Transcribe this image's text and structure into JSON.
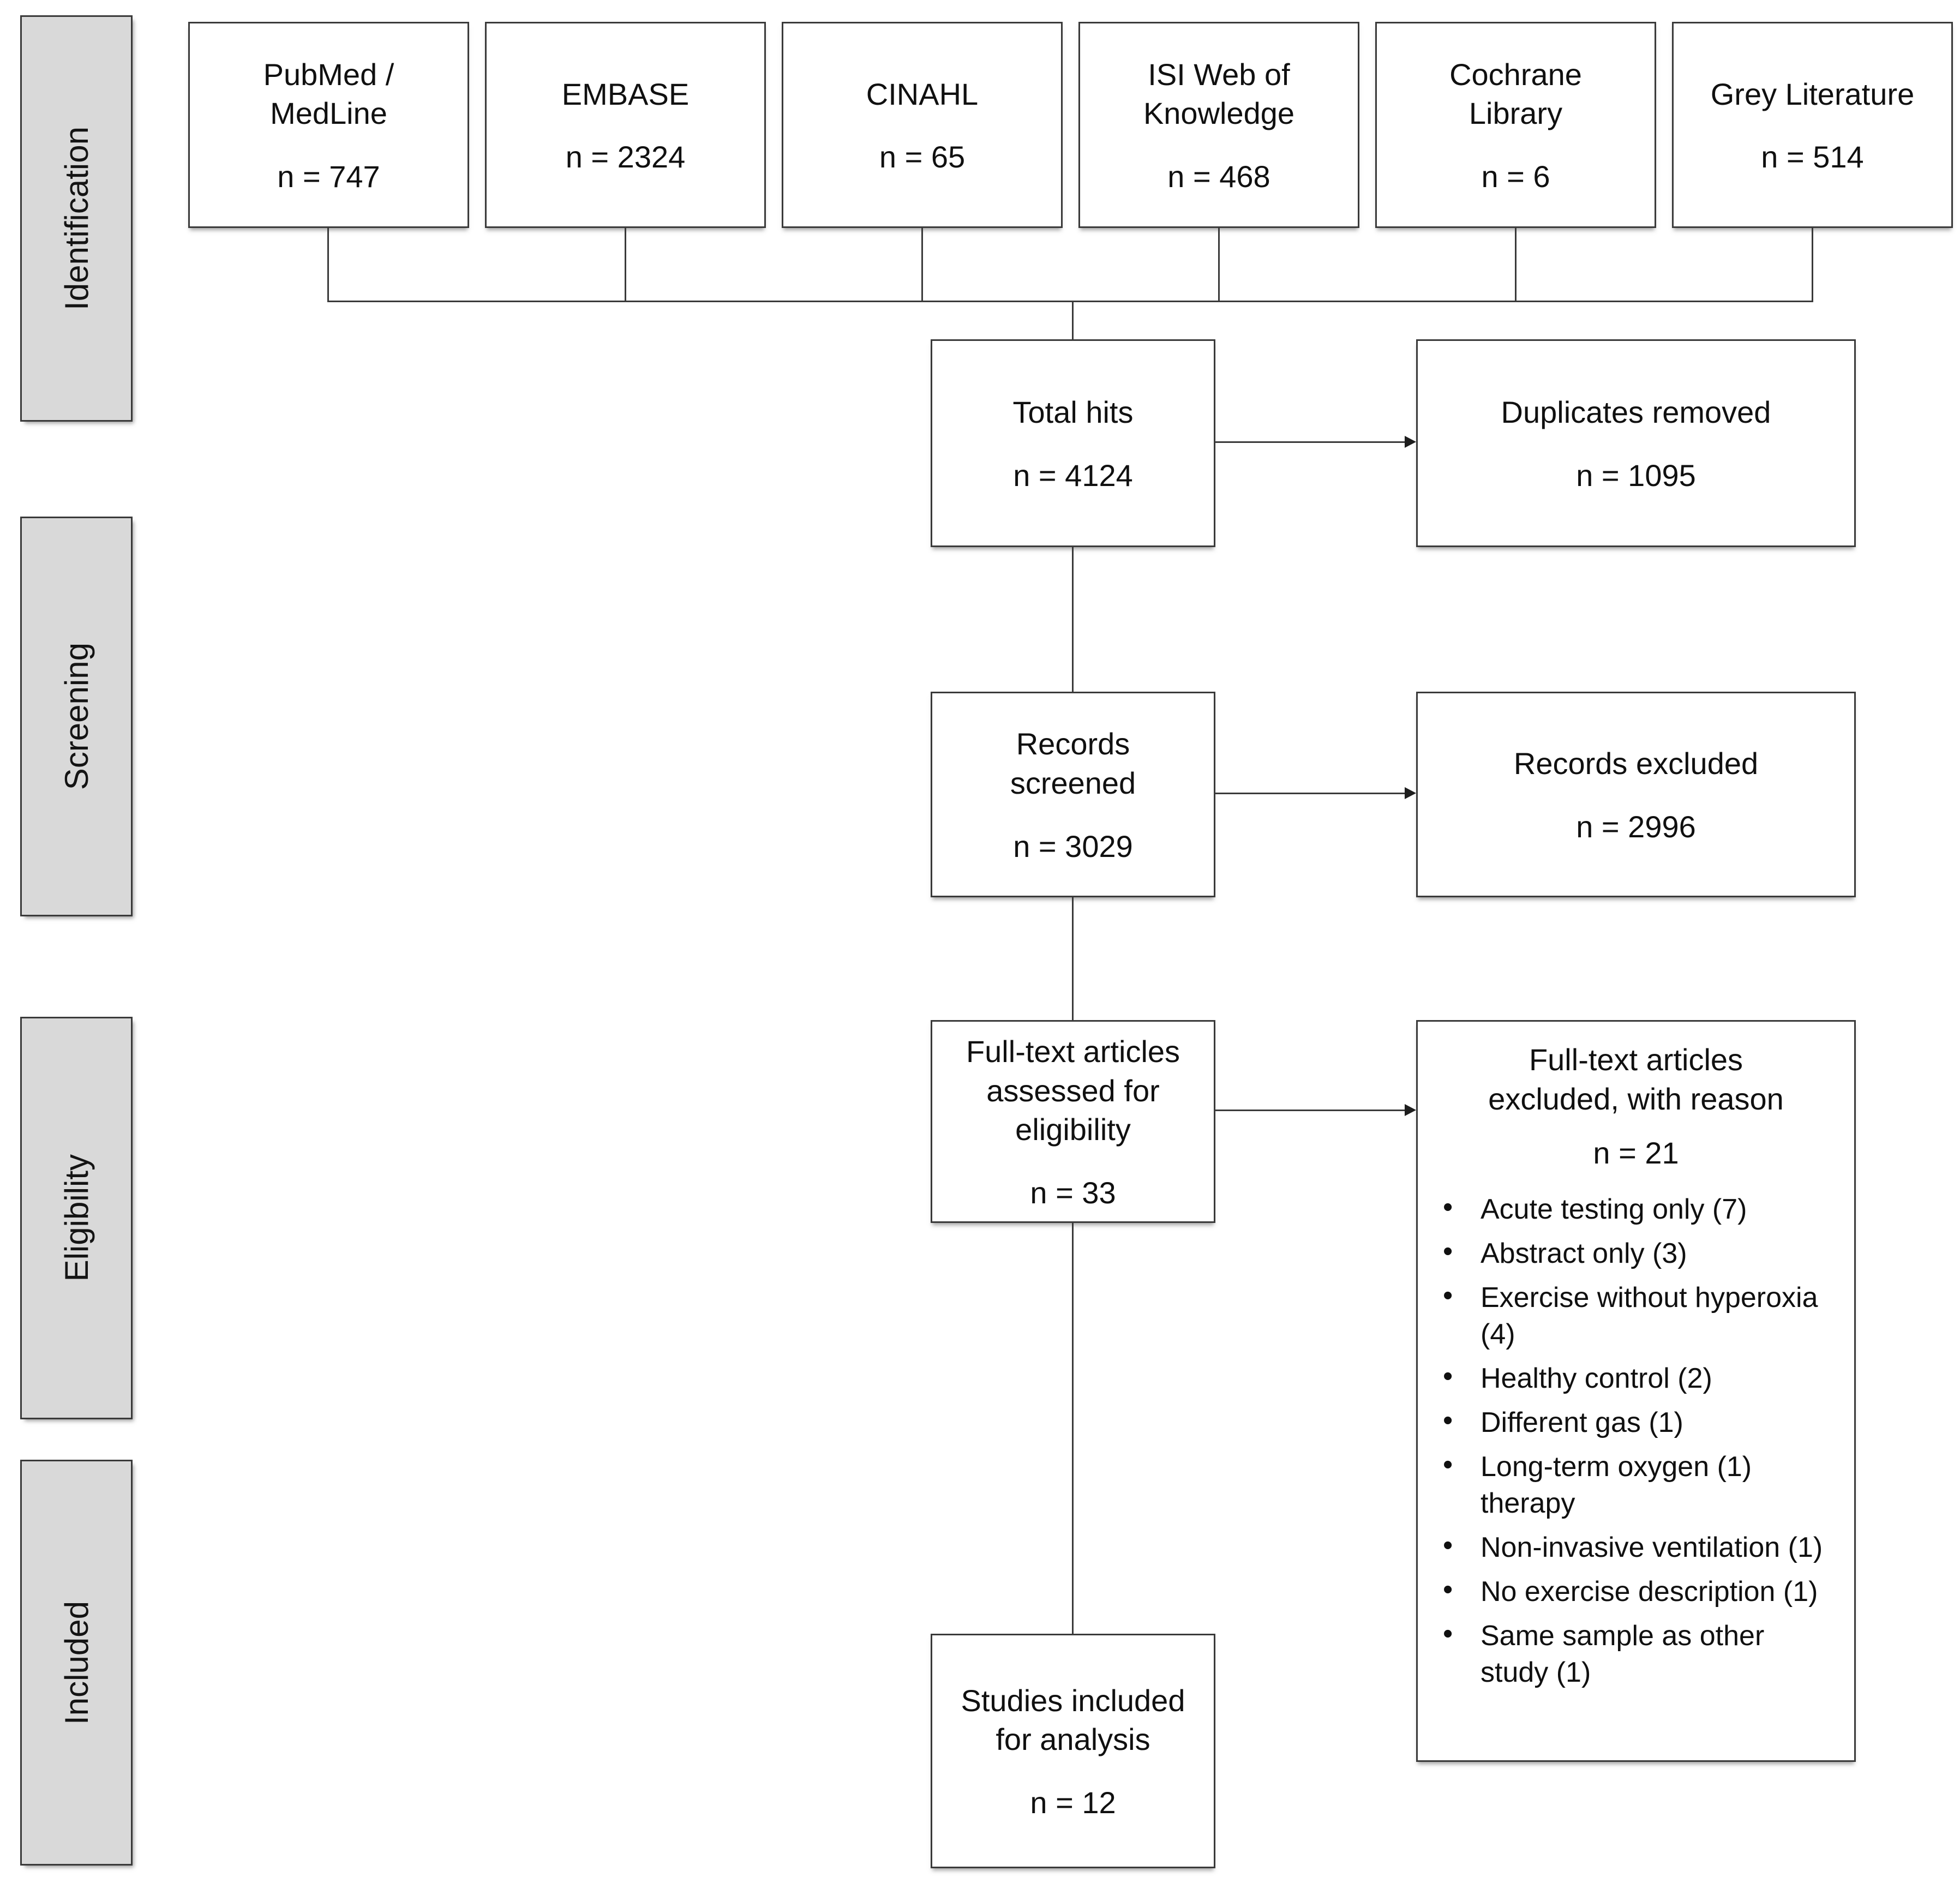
{
  "diagram": {
    "bullet_char": "•",
    "colors": {
      "stage_fill": "#d9d9d9",
      "box_fill": "#ffffff",
      "border": "#3a3a3a"
    },
    "stages": [
      {
        "label": "Identification"
      },
      {
        "label": "Screening"
      },
      {
        "label": "Eligibility"
      },
      {
        "label": "Included"
      }
    ],
    "sources": [
      {
        "label": "PubMed /\nMedLine",
        "count": "n = 747"
      },
      {
        "label": "EMBASE",
        "count": "n = 2324"
      },
      {
        "label": "CINAHL",
        "count": "n = 65"
      },
      {
        "label": "ISI Web of\nKnowledge",
        "count": "n = 468"
      },
      {
        "label": "Cochrane\nLibrary",
        "count": "n = 6"
      },
      {
        "label": "Grey Literature",
        "count": "n = 514"
      }
    ],
    "total_hits": {
      "label": "Total hits",
      "count": "n = 4124"
    },
    "duplicates_removed": {
      "label": "Duplicates removed",
      "count": "n = 1095"
    },
    "records_screened": {
      "label": "Records\nscreened",
      "count": "n = 3029"
    },
    "records_excluded": {
      "label": "Records excluded",
      "count": "n = 2996"
    },
    "fulltext_assessed": {
      "label": "Full-text articles\nassessed for\neligibility",
      "count": "n = 33"
    },
    "fulltext_excluded": {
      "label": "Full-text articles\nexcluded, with reason",
      "count": "n = 21",
      "reasons": [
        "Acute testing only (7)",
        "Abstract only (3)",
        "Exercise without hyperoxia (4)",
        "Healthy control (2)",
        "Different gas (1)",
        "Long-term oxygen (1) therapy",
        "Non-invasive ventilation (1)",
        "No exercise description (1)",
        "Same sample as other study (1)"
      ]
    },
    "studies_included": {
      "label": "Studies included\nfor analysis",
      "count": "n = 12"
    }
  }
}
